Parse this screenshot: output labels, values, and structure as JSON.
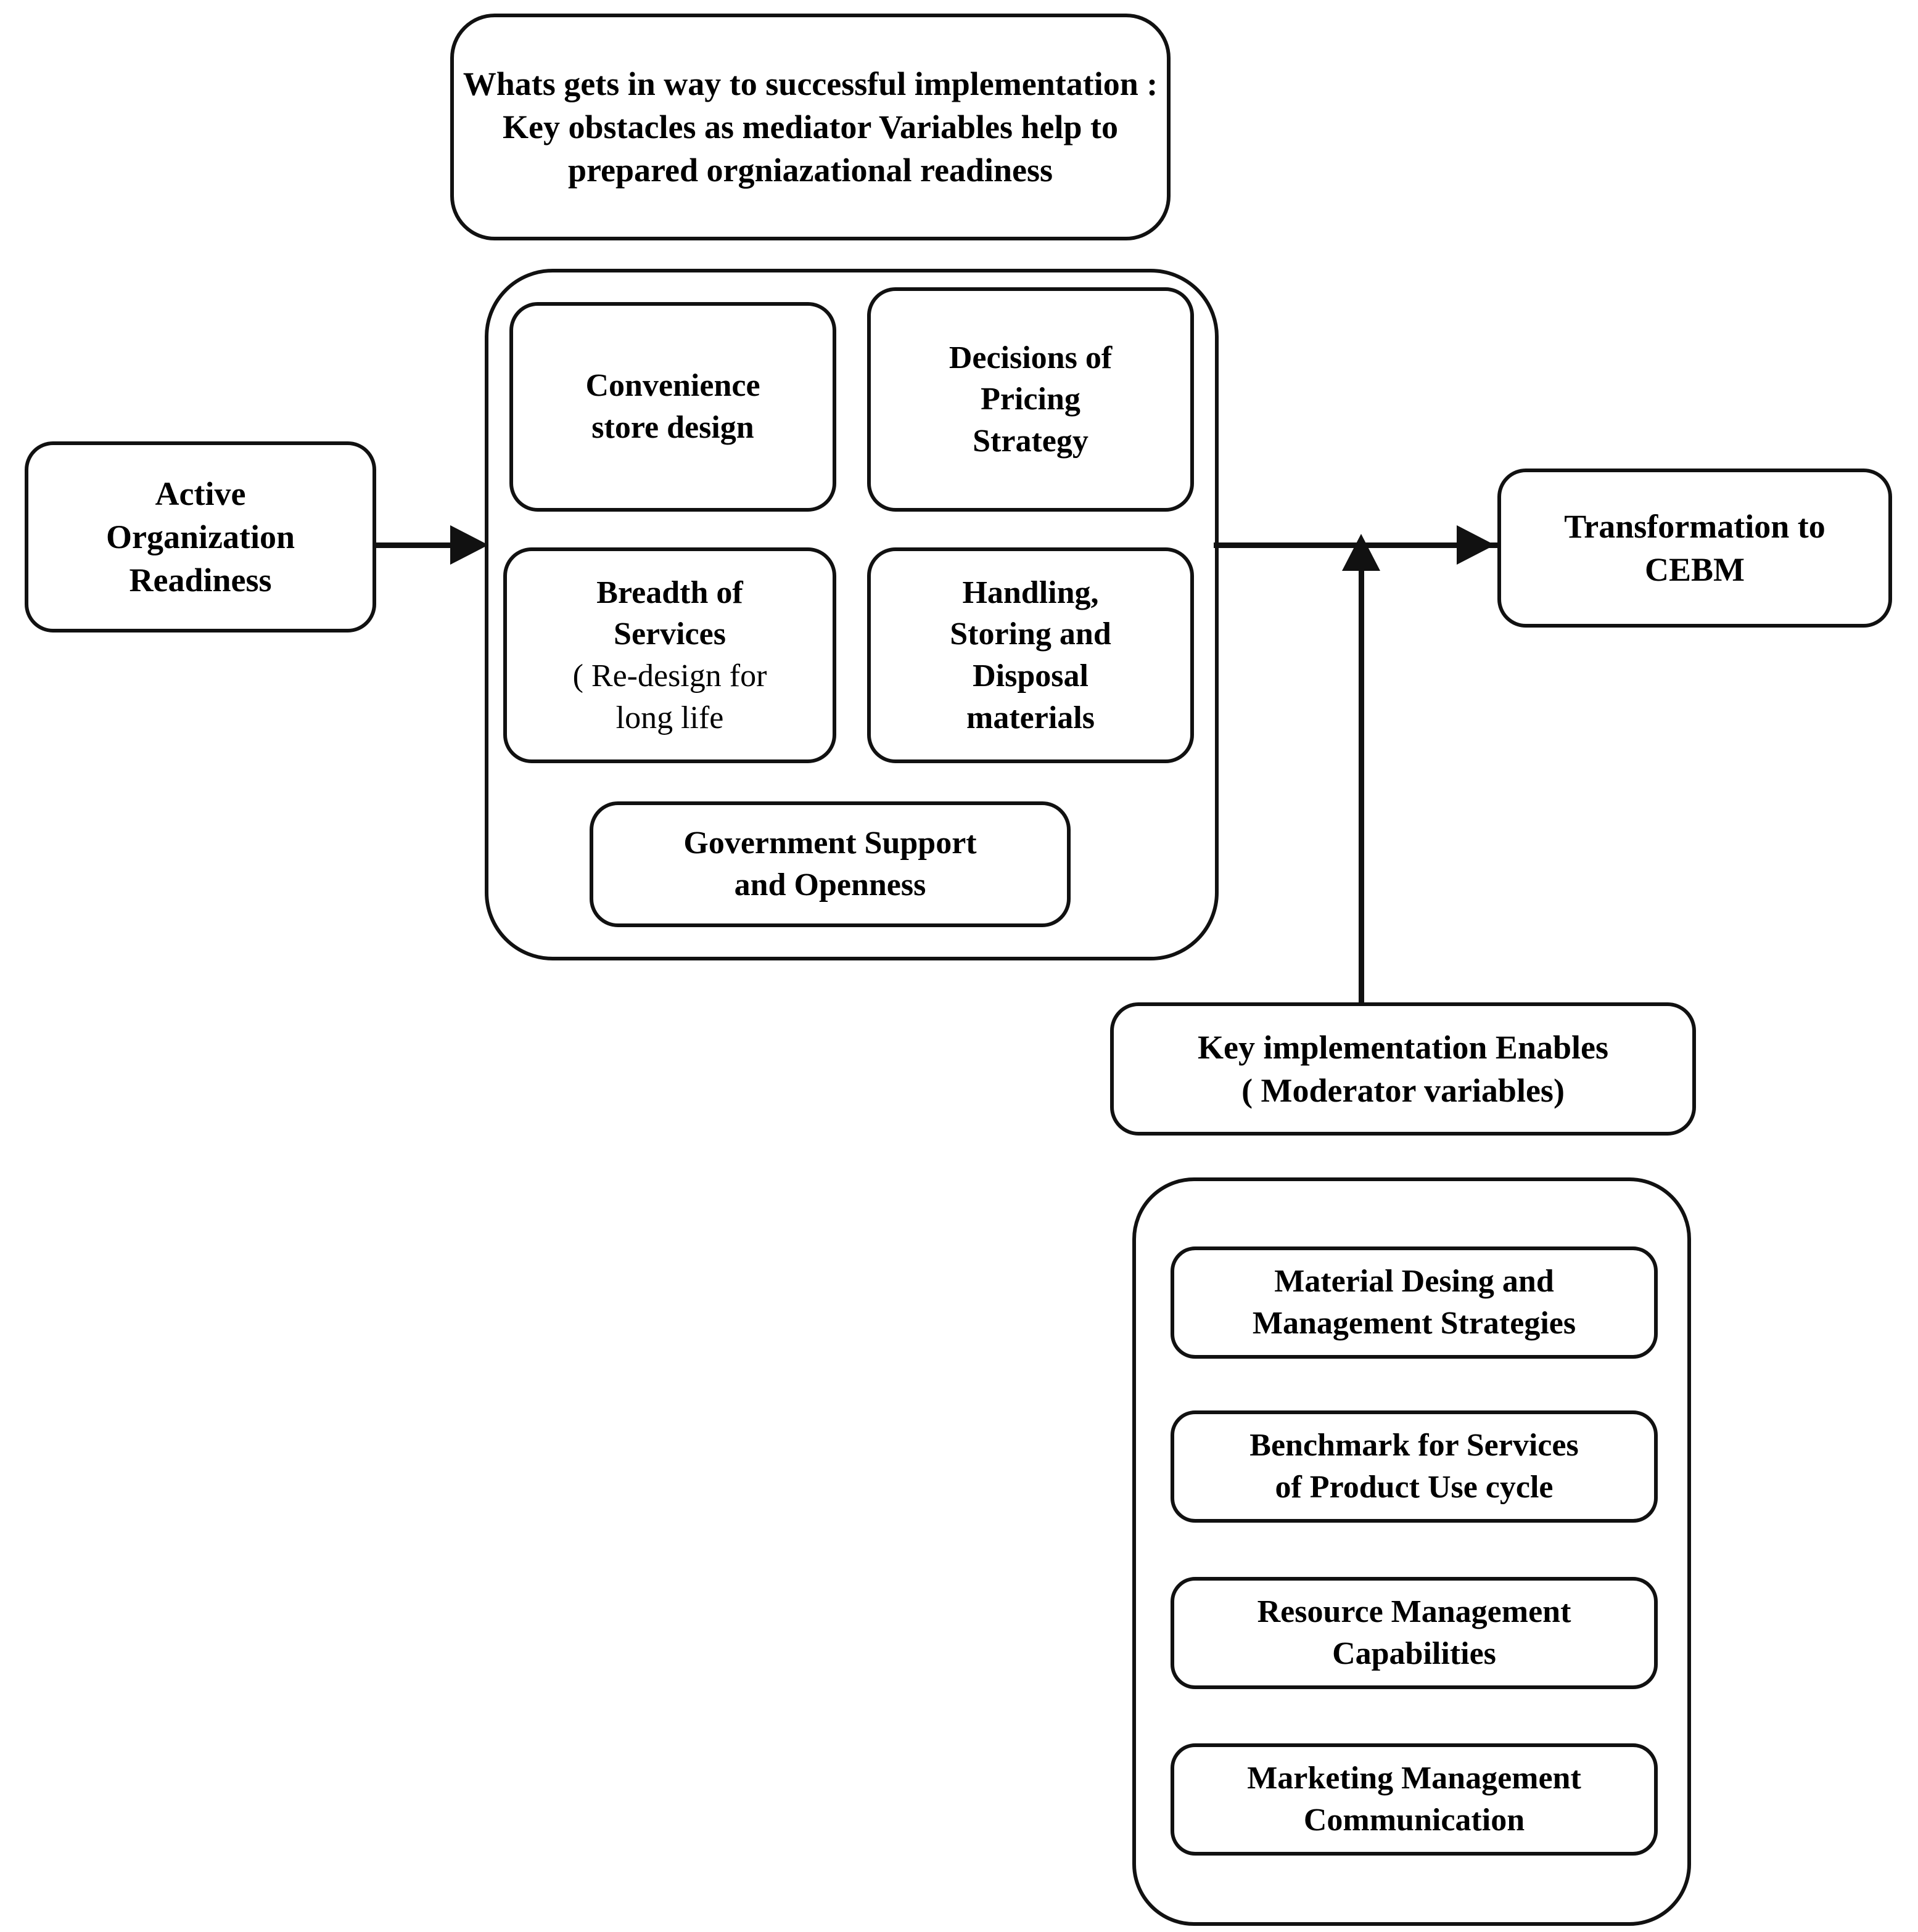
{
  "diagram": {
    "title_box": {
      "name": "obstacles-statement",
      "text": "Whats gets in way to successful implementation : Key obstacles as mediator Variables help to prepared orgniazational readiness"
    },
    "input_node": {
      "name": "active-organization-readiness",
      "text": "Active\nOrganization\nReadiness"
    },
    "mediator_group": {
      "name": "mediator-variables-group",
      "items": [
        {
          "name": "convenience-store-design",
          "text": "Convenience\nstore design"
        },
        {
          "name": "decisions-of-pricing-strategy",
          "text": "Decisions of\nPricing\nStrategy"
        },
        {
          "name": "breadth-of-services",
          "text": "Breadth of\nServices",
          "subtext": "( Re-design for\nlong life"
        },
        {
          "name": "handling-storing-disposal-materials",
          "text": "Handling,\nStoring and\nDisposal\nmaterials"
        },
        {
          "name": "government-support-and-openness",
          "text": "Government Support\nand Openness"
        }
      ]
    },
    "output_node": {
      "name": "transformation-to-cebm",
      "text": "Transformation to\nCEBM"
    },
    "moderator_node": {
      "name": "key-implementation-enables",
      "text": "Key implementation Enables\n( Moderator variables)"
    },
    "moderator_group": {
      "name": "moderator-variables-group",
      "items": [
        {
          "name": "material-design-management-strategies",
          "text": "Material Desing and\nManagement Strategies"
        },
        {
          "name": "benchmark-for-services-product-use-cycle",
          "text": "Benchmark for Services\nof Product Use cycle"
        },
        {
          "name": "resource-management-capabilities",
          "text": "Resource Management\nCapabilities"
        },
        {
          "name": "marketing-management-communication",
          "text": "Marketing Management\nCommunication"
        }
      ]
    },
    "connectors": [
      {
        "name": "readiness-to-mediators-arrow",
        "from": "active-organization-readiness",
        "to": "mediator-variables-group",
        "direction": "right"
      },
      {
        "name": "mediators-to-transformation-arrow",
        "from": "mediator-variables-group",
        "to": "transformation-to-cebm",
        "direction": "right"
      },
      {
        "name": "enablers-to-transformation-arrow",
        "from": "key-implementation-enables",
        "to": "transformation-to-cebm",
        "direction": "up"
      }
    ],
    "colors": {
      "stroke": "#111111",
      "fill": "#ffffff",
      "text": "#000000"
    }
  }
}
